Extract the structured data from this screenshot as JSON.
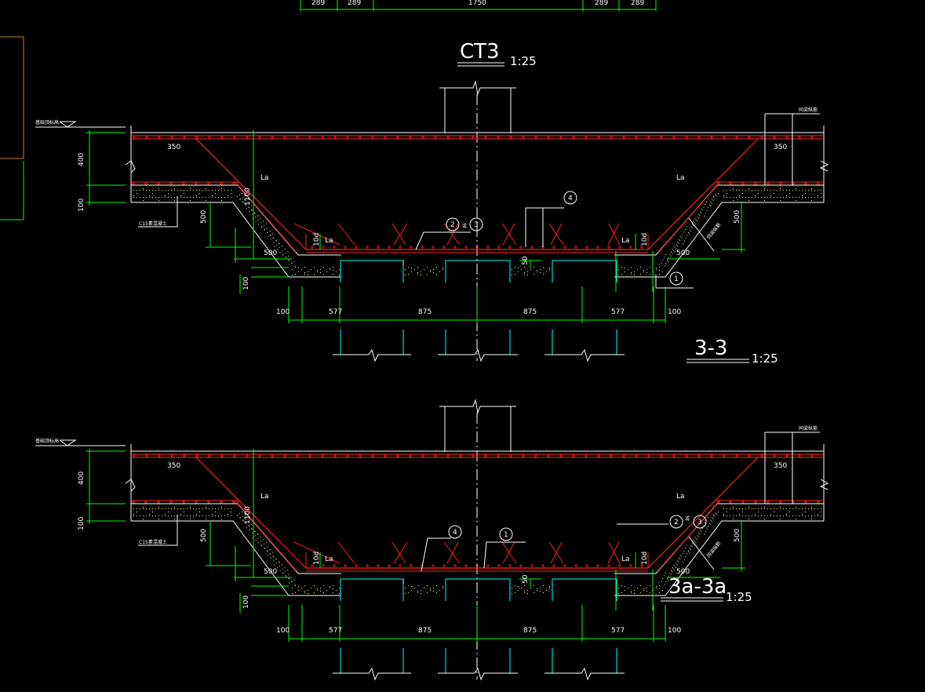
{
  "drawing": {
    "colors": {
      "background": "#000000",
      "rebar": "#ff2020",
      "dimension": "#00ff00",
      "outline": "#ffffff",
      "pile": "#00ffff",
      "concrete_hatch": "#ffff66",
      "frame": "#c8823c"
    },
    "top_strip": {
      "dims": [
        "289",
        "289",
        "1750",
        "289",
        "289"
      ]
    },
    "sections": [
      {
        "id": "ct3",
        "title": "CT3",
        "scale": "1:25",
        "section_label": "3-3",
        "section_scale": "1:25",
        "level_mark": "基础顶标高",
        "cushion_note": "C15素混凝土",
        "right_note": "同梁纵筋",
        "slope_note": "同梁纵筋",
        "dims": {
          "d350_left": "350",
          "d350_right": "350",
          "d400": "400",
          "d100_left": "100",
          "d100_vert": "1100",
          "d500_left_vert": "500",
          "d500_right_vert": "500",
          "d500_left_h": "500",
          "d500_right_h": "500",
          "d10d_left": "10d",
          "d10d_right": "10d",
          "d100_bottom_vert": "100",
          "d50": "50",
          "bottom_row": [
            "100",
            "577",
            "875",
            "875",
            "577",
            "100"
          ]
        },
        "la_labels": [
          "La",
          "La",
          "La",
          "La"
        ],
        "bubbles": [
          "2",
          "3",
          "4",
          "1"
        ],
        "bubble_joiner": "或"
      },
      {
        "id": "s3a",
        "section_label": "3a-3a",
        "section_scale": "1:25",
        "level_mark": "基础顶标高",
        "cushion_note": "C15素混凝土",
        "right_note": "同梁纵筋",
        "slope_note": "同梁纵筋",
        "dims": {
          "d350_left": "350",
          "d350_right": "350",
          "d400": "400",
          "d100_left": "100",
          "d100_vert": "1100",
          "d500_left_vert": "500",
          "d500_right_vert": "500",
          "d500_left_h": "500",
          "d500_right_h": "500",
          "d10d_left": "10d",
          "d10d_right": "10d",
          "d100_bottom_vert": "100",
          "d50": "50",
          "bottom_row": [
            "100",
            "577",
            "875",
            "875",
            "577",
            "100"
          ]
        },
        "la_labels": [
          "La",
          "La",
          "La",
          "La"
        ],
        "bubbles": [
          "4",
          "1",
          "2",
          "3"
        ],
        "bubble_joiner": "或"
      }
    ]
  }
}
